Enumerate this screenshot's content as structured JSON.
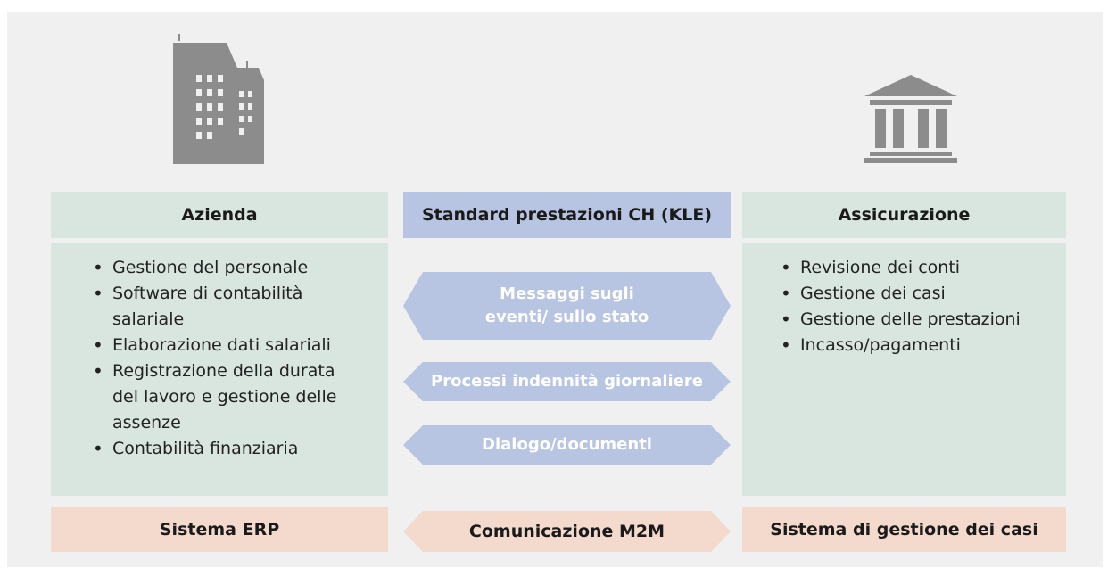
{
  "left": {
    "header": "Azienda",
    "items": [
      "Gestione del personale",
      "Software di contabilità salariale",
      "Elaborazione dati salariali",
      "Registrazione della durata del lavoro e gestione delle assenze",
      "Contabilità finanziaria"
    ],
    "footer": "Sistema ERP",
    "icon": "office-building-icon"
  },
  "center": {
    "header": "Standard prestazioni CH (KLE)",
    "arrows": [
      "Messaggi sugli eventi/ sullo stato",
      "Processi indennità giornaliere",
      "Dialogo/documenti"
    ],
    "footer": "Comunicazione M2M"
  },
  "right": {
    "header": "Assicurazione",
    "items": [
      "Revisione dei conti",
      "Gestione dei casi",
      "Gestione delle prestazioni",
      "Incasso/pagamenti"
    ],
    "footer": "Sistema di gestione dei casi",
    "icon": "institution-building-icon"
  },
  "colors": {
    "background": "#f0f0f0",
    "green": "#d9e5df",
    "blue": "#b7c4e2",
    "peach": "#f4d9cd",
    "icon": "#8c8c8c"
  }
}
